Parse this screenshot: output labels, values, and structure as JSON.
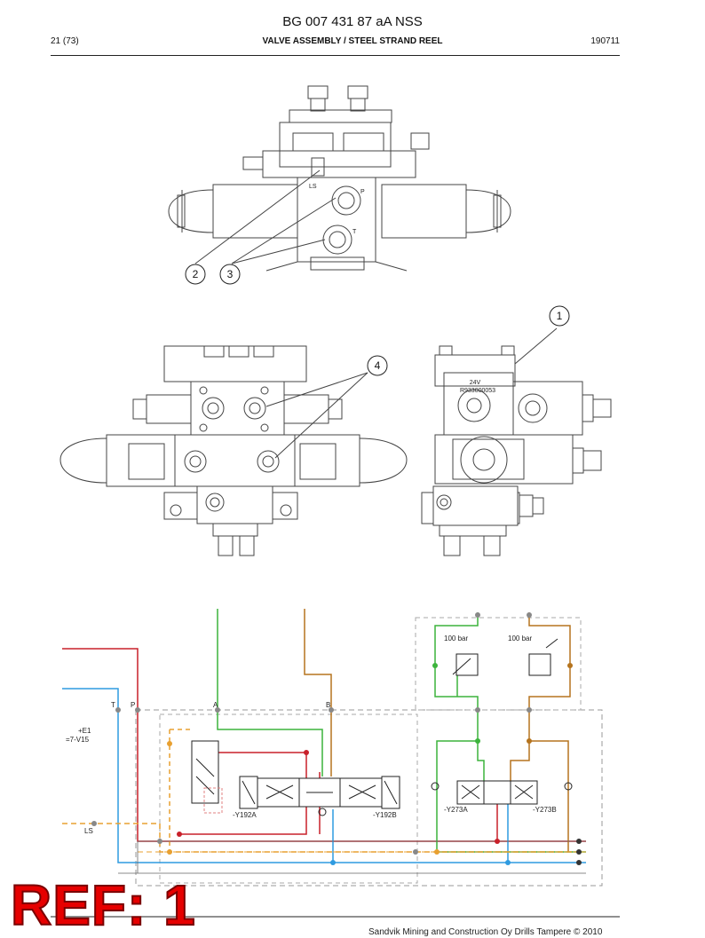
{
  "document": {
    "title": "BG 007 431 87 aA NSS",
    "page": "21 (73)",
    "section": "VALVE ASSEMBLY / STEEL STRAND REEL",
    "date": "190711"
  },
  "drawing": {
    "callouts": [
      "1",
      "2",
      "3",
      "4"
    ],
    "labels": {
      "ls": "LS",
      "p": "P",
      "t": "T",
      "voltage": "24V",
      "part_no": "R933000053"
    }
  },
  "schematic": {
    "ports": {
      "t": "T",
      "p": "P",
      "a": "A",
      "b": "B",
      "ls": "LS"
    },
    "ref_e1": "+E1",
    "ref_v15": "=7-V15",
    "relief_left": "100 bar",
    "relief_right": "100 bar",
    "coil_y192a": "-Y192A",
    "coil_y192b": "-Y192B",
    "coil_y273a": "-Y273A",
    "coil_y273b": "-Y273B",
    "colors": {
      "red": "#c8202a",
      "blue": "#2f9be0",
      "green": "#3cb43c",
      "brown": "#b5741e",
      "orange": "#e8a030",
      "grey": "#888888"
    }
  },
  "stamp": {
    "text": "REF: 1"
  },
  "footer": {
    "text": "Sandvik Mining and Construction Oy Drills Tampere © 2010"
  }
}
